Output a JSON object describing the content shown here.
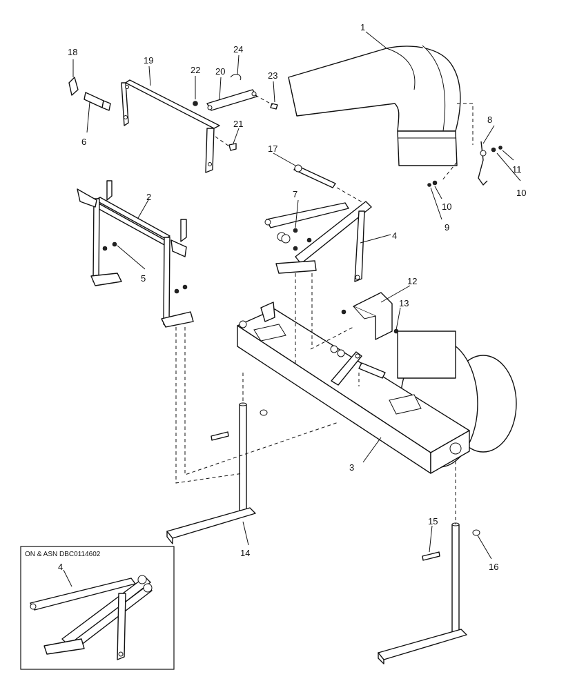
{
  "callouts": {
    "c1": "1",
    "c2": "2",
    "c3": "3",
    "c4": "4",
    "c5": "5",
    "c6": "6",
    "c7": "7",
    "c8": "8",
    "c9": "9",
    "c10a": "10",
    "c10b": "10",
    "c11": "11",
    "c12": "12",
    "c13": "13",
    "c14": "14",
    "c15": "15",
    "c16": "16",
    "c17": "17",
    "c18": "18",
    "c19": "19",
    "c20": "20",
    "c21": "21",
    "c22": "22",
    "c23": "23",
    "c24": "24",
    "inset4": "4"
  },
  "inset": {
    "title": "ON & ASN DBC0114602"
  }
}
